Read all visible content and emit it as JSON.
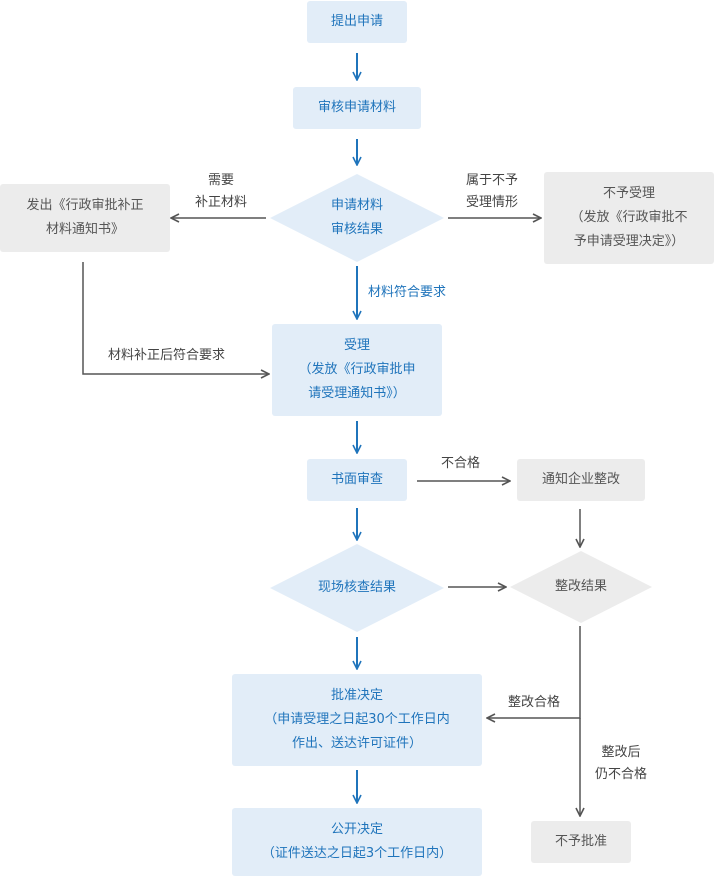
{
  "nodes": {
    "submit": "提出申请",
    "review_materials": "审核申请材料",
    "decision_materials": [
      "申请材料",
      "审核结果"
    ],
    "correction_notice": [
      "发出《行政审批补正",
      "材料通知书》"
    ],
    "not_accepted": [
      "不予受理",
      "（发放《行政审批不",
      "予申请受理决定》）"
    ],
    "accepted": [
      "受理",
      "（发放《行政审批申",
      "请受理通知书》）"
    ],
    "written_review": "书面审查",
    "notify_rectify": "通知企业整改",
    "onsite_result": "现场核查结果",
    "rectify_result": "整改结果",
    "approve": [
      "批准决定",
      "（申请受理之日起30个工作日内",
      "作出、送达许可证件）"
    ],
    "publish": [
      "公开决定",
      "（证件送达之日起3个工作日内）"
    ],
    "reject": "不予批准"
  },
  "labels": {
    "need_correction": [
      "需要",
      "补正材料"
    ],
    "not_qualified_case": [
      "属于不予",
      "受理情形"
    ],
    "materials_ok": "材料符合要求",
    "corrected_ok": "材料补正后符合要求",
    "fail": "不合格",
    "rectify_ok": "整改合格",
    "rectify_fail": [
      "整改后",
      "仍不合格"
    ]
  },
  "colors": {
    "blue_fill": "#e2edf8",
    "blue_text": "#1f74bb",
    "gray_fill": "#ececec",
    "gray_text": "#555555",
    "blue_arrow": "#1f74bb",
    "gray_arrow": "#555555"
  }
}
